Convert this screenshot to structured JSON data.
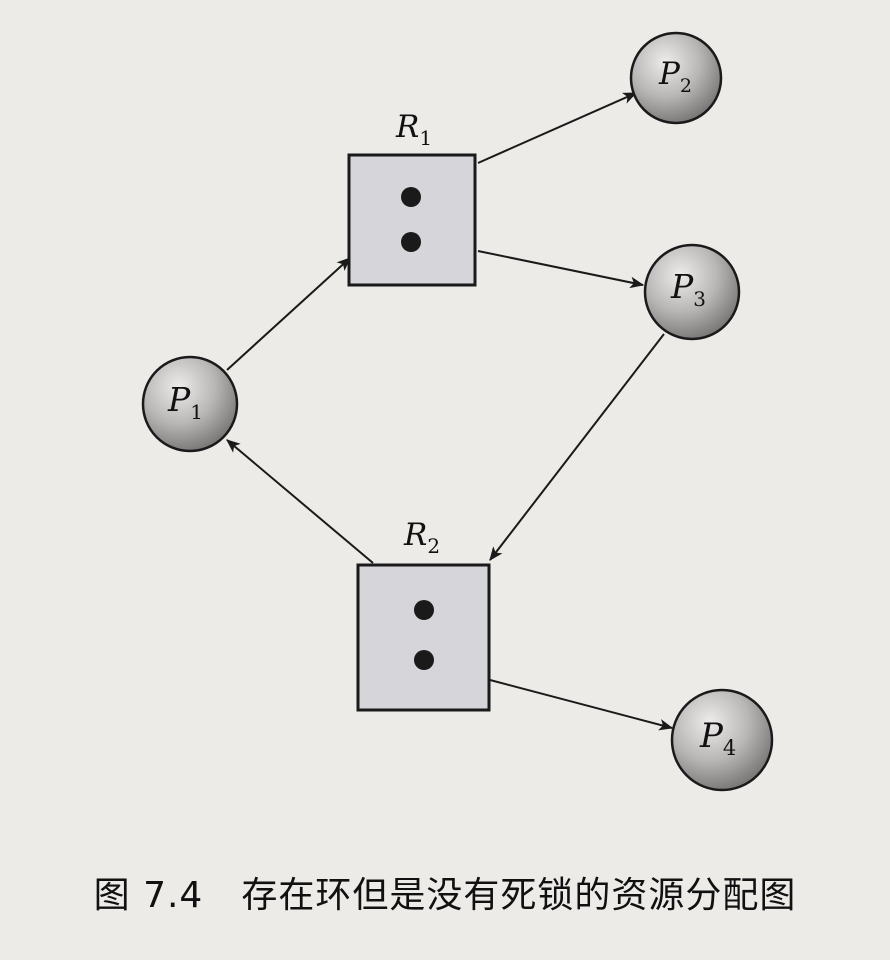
{
  "caption": {
    "figure_number": "图 7.4",
    "title": "存在环但是没有死锁的资源分配图"
  },
  "processes": [
    {
      "id": "P1",
      "letter": "P",
      "sub": "1"
    },
    {
      "id": "P2",
      "letter": "P",
      "sub": "2"
    },
    {
      "id": "P3",
      "letter": "P",
      "sub": "3"
    },
    {
      "id": "P4",
      "letter": "P",
      "sub": "4"
    }
  ],
  "resources": [
    {
      "id": "R1",
      "letter": "R",
      "sub": "1",
      "instances": 2
    },
    {
      "id": "R2",
      "letter": "R",
      "sub": "2",
      "instances": 2
    }
  ],
  "edges": [
    {
      "from": "P1",
      "to": "R1",
      "kind": "request"
    },
    {
      "from": "R1",
      "to": "P2",
      "kind": "assignment"
    },
    {
      "from": "R1",
      "to": "P3",
      "kind": "assignment"
    },
    {
      "from": "P3",
      "to": "R2",
      "kind": "request"
    },
    {
      "from": "R2",
      "to": "P1",
      "kind": "assignment"
    },
    {
      "from": "R2",
      "to": "P4",
      "kind": "assignment"
    }
  ],
  "colors": {
    "process_fill_light": "#e6e3e3",
    "process_fill_dark": "#8a8787",
    "resource_fill": "#d6d5d9",
    "stroke": "#1a1a1a"
  }
}
